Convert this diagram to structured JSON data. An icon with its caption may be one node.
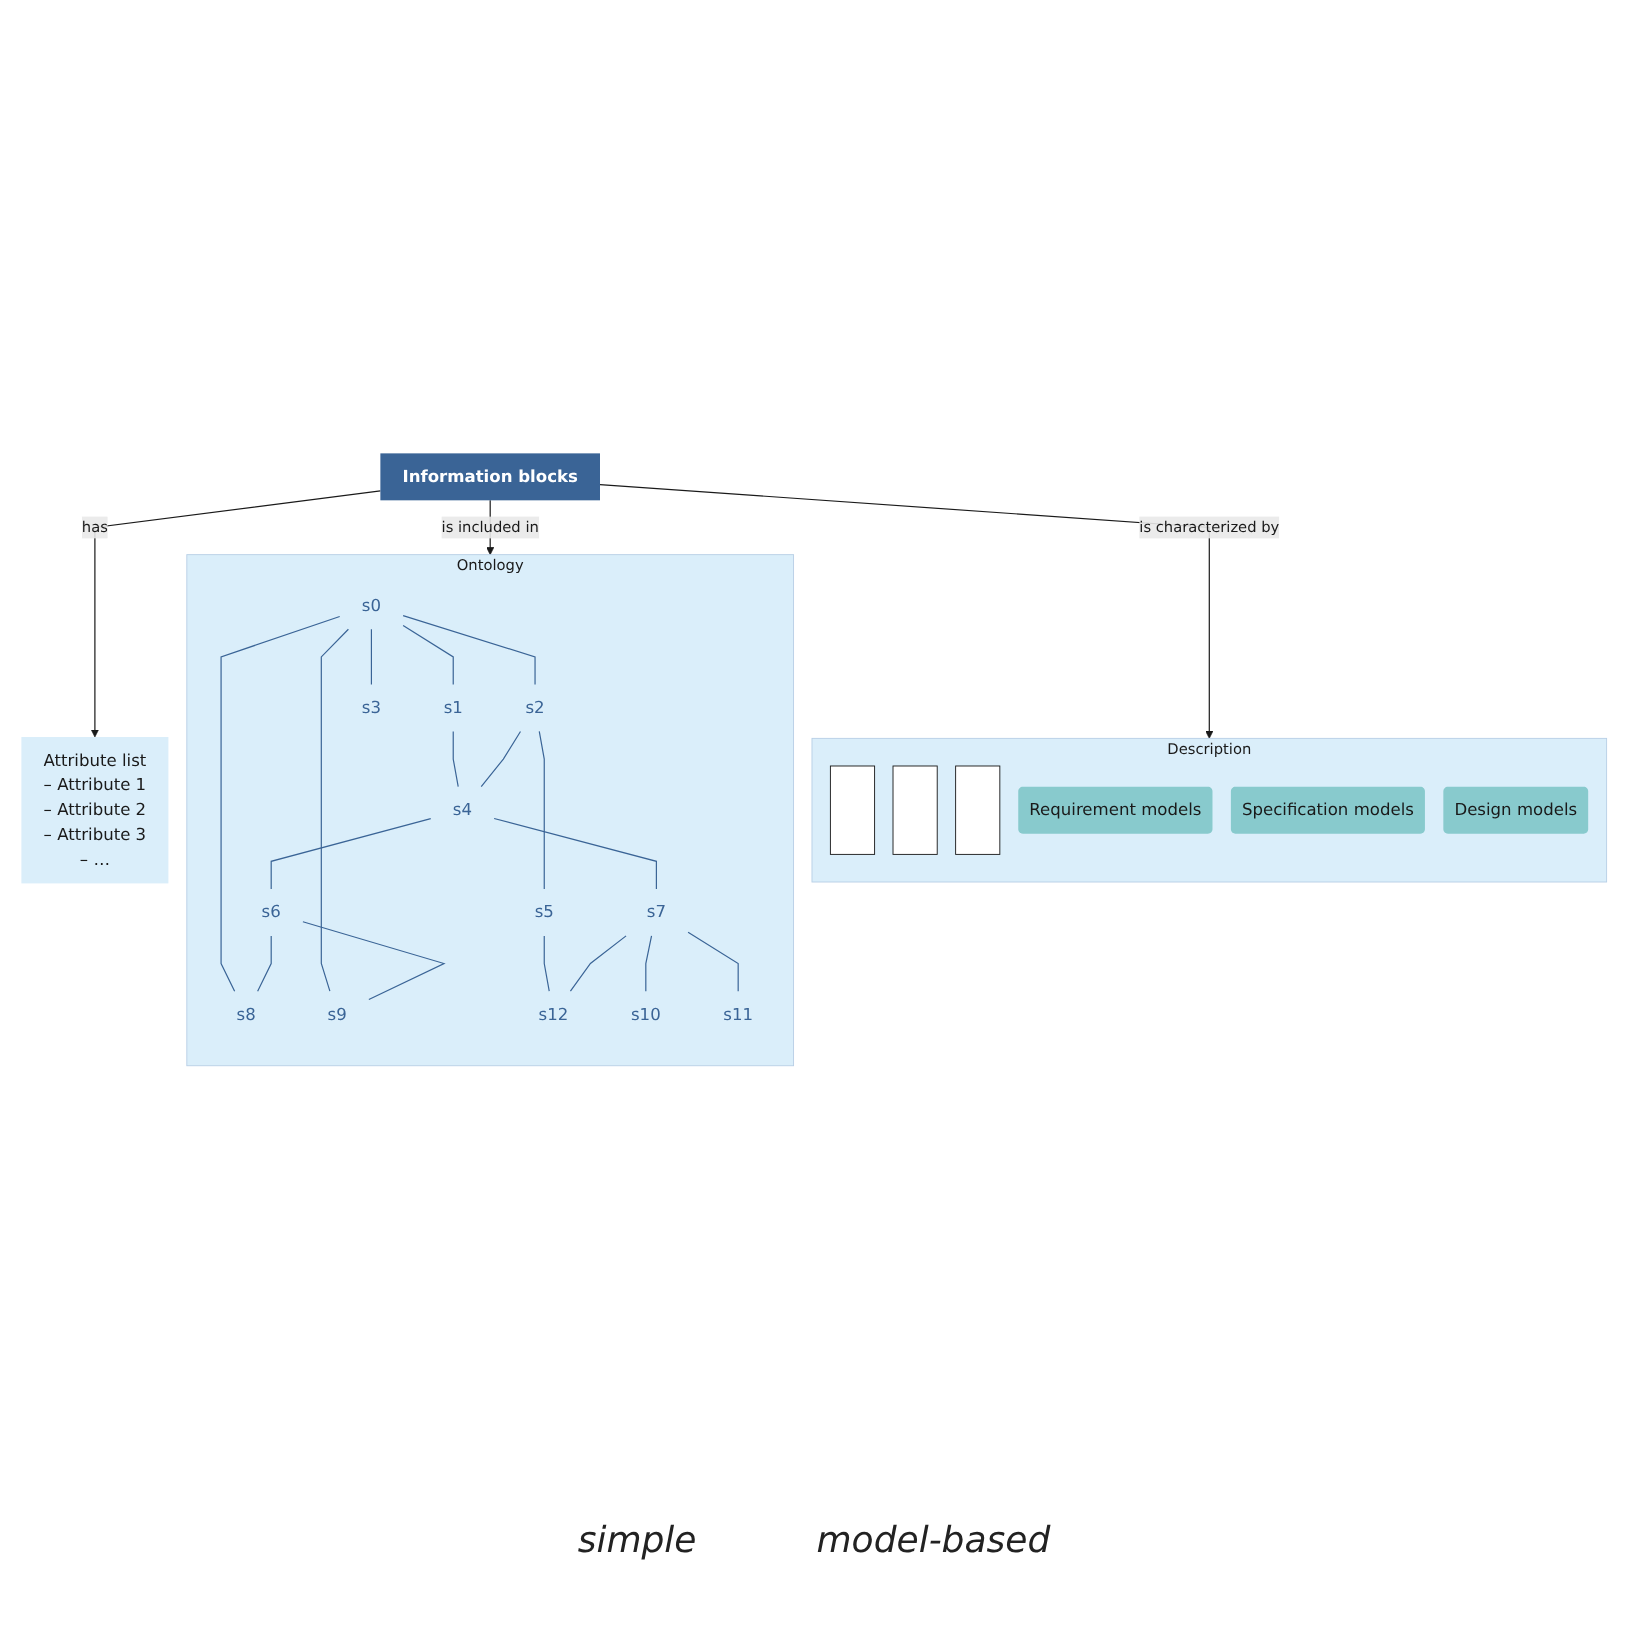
{
  "diagram": {
    "nodes": [
      {
        "text": [
          "Ontology"
        ]
      },
      {
        "text": [
          "s0"
        ],
        "in": 0
      },
      {
        "text": [
          "s1"
        ],
        "in": 0
      },
      {
        "text": [
          "s2"
        ],
        "in": 0
      },
      {
        "text": [
          "s3"
        ],
        "in": 0
      },
      {
        "text": [
          "s4"
        ],
        "in": 0
      },
      {
        "text": [
          "s5"
        ],
        "in": 0
      },
      {
        "text": [
          "s6"
        ],
        "in": 0
      },
      {
        "text": [
          "s7"
        ],
        "in": 0
      },
      {
        "text": [
          "s8"
        ],
        "in": 0
      },
      {
        "text": [
          "s9"
        ],
        "in": 0
      },
      {
        "text": [
          "s10"
        ],
        "in": 0
      },
      {
        "text": [
          "s11"
        ],
        "in": 0
      },
      {
        "text": [
          "s12"
        ],
        "in": 0
      },
      {
        "text": [
          "Attribute list",
          "– Attribute 1",
          "– Attribute 2",
          "– Attribute 3",
          "– …"
        ]
      },
      {
        "text": [
          "Information blocks"
        ]
      },
      {
        "text": [
          "Description"
        ]
      },
      {
        "text": [],
        "shape": "box",
        "in": 16
      },
      {
        "text": [],
        "shape": "box",
        "in": 16
      },
      {
        "text": [],
        "shape": "box",
        "in": 16
      },
      {
        "text": [
          "Requirement models"
        ],
        "in": 16
      },
      {
        "text": [
          "Specification models"
        ],
        "in": 16
      },
      {
        "text": [
          "Design models"
        ],
        "in": 16
      }
    ],
    "edges": [
      {
        "from": 1,
        "to": 2,
        "arrow": "none"
      },
      {
        "from": 1,
        "to": 3,
        "arrow": "none"
      },
      {
        "from": 1,
        "to": 4,
        "arrow": "none"
      },
      {
        "from": 1,
        "to": 9,
        "arrow": "none"
      },
      {
        "from": 1,
        "to": 10,
        "arrow": "none"
      },
      {
        "from": 2,
        "to": 5,
        "arrow": "none"
      },
      {
        "from": 3,
        "to": 5,
        "arrow": "none"
      },
      {
        "from": 3,
        "to": 6,
        "arrow": "none"
      },
      {
        "from": 5,
        "to": 7,
        "arrow": "none"
      },
      {
        "from": 5,
        "to": 8,
        "arrow": "none"
      },
      {
        "from": 6,
        "to": 13,
        "arrow": "none"
      },
      {
        "from": 7,
        "to": 9,
        "arrow": "none"
      },
      {
        "from": 7,
        "to": 10,
        "arrow": "none"
      },
      {
        "from": 8,
        "to": 11,
        "arrow": "none"
      },
      {
        "from": 8,
        "to": 12,
        "arrow": "none"
      },
      {
        "from": 8,
        "to": 13,
        "arrow": "none"
      },
      {
        "from": 15,
        "to": 0,
        "arrow": "to",
        "label": "is included in",
        "color": "#1a1a1a"
      },
      {
        "from": 15,
        "to": 14,
        "arrow": "to",
        "label": "has",
        "color": "#1a1a1a"
      },
      {
        "from": 15,
        "to": 16,
        "arrow": "to",
        "label": "is characterized by",
        "color": "#1a1a1a"
      }
    ],
    "labels": [
      "simple",
      "model-based"
    ]
  }
}
